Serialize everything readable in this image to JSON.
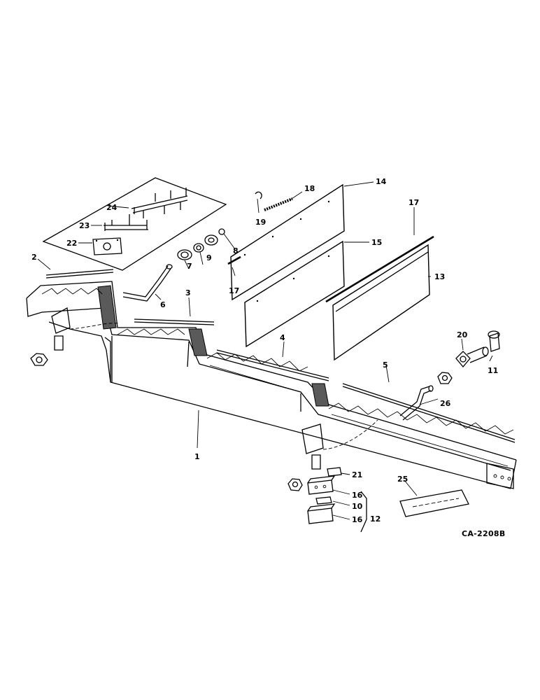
{
  "drawing_code": "CA-2208B",
  "callouts": [
    "1",
    "2",
    "3",
    "4",
    "5",
    "6",
    "7",
    "8",
    "9",
    "10",
    "11",
    "12",
    "13",
    "14",
    "15",
    "16",
    "16",
    "17",
    "17",
    "18",
    "19",
    "20",
    "21",
    "22",
    "23",
    "24",
    "25",
    "26"
  ]
}
